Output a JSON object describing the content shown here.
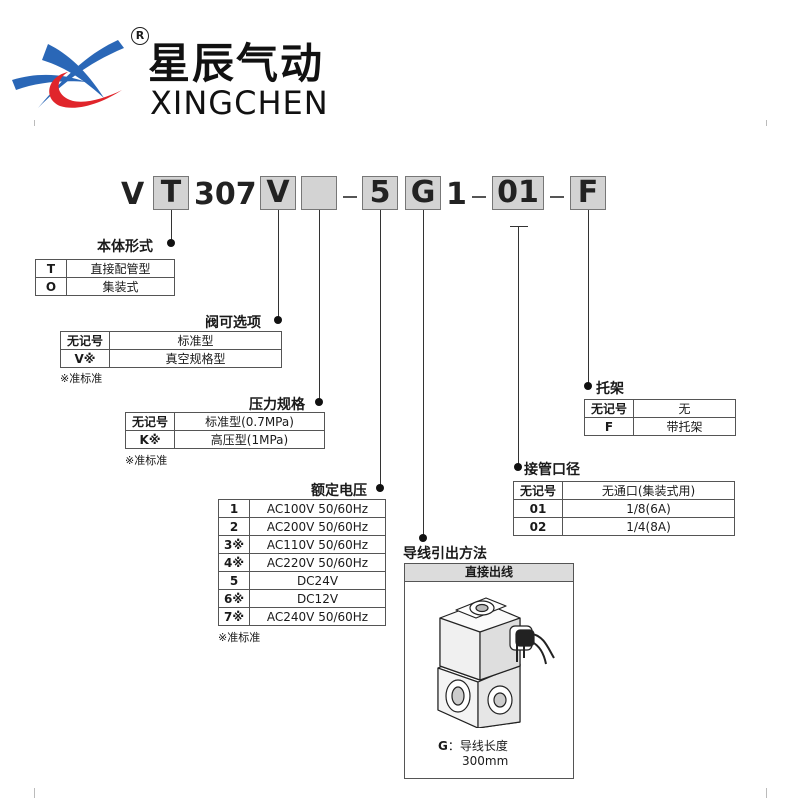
{
  "brand": {
    "cn": "星辰气动",
    "en": "XINGCHEN",
    "reg_mark": "R"
  },
  "model_code": {
    "vt": "V",
    "t": "T",
    "n307": "307",
    "v": "V",
    "blank": "",
    "five": "5",
    "g": "G",
    "one": "1",
    "o1": "01",
    "f": "F"
  },
  "body_type": {
    "title": "本体形式",
    "rows": [
      {
        "key": "T",
        "value": "直接配管型"
      },
      {
        "key": "O",
        "value": "集装式"
      }
    ]
  },
  "valve_option": {
    "title": "阀可选项",
    "rows": [
      {
        "key": "无记号",
        "value": "标准型"
      },
      {
        "key": "V※",
        "value": "真空规格型"
      }
    ],
    "note": "※准标准"
  },
  "pressure": {
    "title": "压力规格",
    "rows": [
      {
        "key": "无记号",
        "value": "标准型(0.7MPa)"
      },
      {
        "key": "K※",
        "value": "高压型(1MPa)"
      }
    ],
    "note": "※准标准"
  },
  "voltage": {
    "title": "额定电压",
    "rows": [
      {
        "key": "1",
        "value": "AC100V 50/60Hz"
      },
      {
        "key": "2",
        "value": "AC200V 50/60Hz"
      },
      {
        "key": "3※",
        "value": "AC110V 50/60Hz"
      },
      {
        "key": "4※",
        "value": "AC220V 50/60Hz"
      },
      {
        "key": "5",
        "value": "DC24V"
      },
      {
        "key": "6※",
        "value": "DC12V"
      },
      {
        "key": "7※",
        "value": "AC240V 50/60Hz"
      }
    ],
    "note": "※准标准"
  },
  "wiring": {
    "title": "导线引出方法",
    "header": "直接出线",
    "caption_key": "G",
    "caption_text": "：导线长度",
    "caption_len": "300mm"
  },
  "port": {
    "title": "接管口径",
    "rows": [
      {
        "key": "无记号",
        "value": "无通口(集装式用)"
      },
      {
        "key": "01",
        "value": "1/8(6A)"
      },
      {
        "key": "02",
        "value": "1/4(8A)"
      }
    ]
  },
  "bracket": {
    "title": "托架",
    "rows": [
      {
        "key": "无记号",
        "value": "无"
      },
      {
        "key": "F",
        "value": "带托架"
      }
    ]
  },
  "colors": {
    "logo_blue": "#2a67b7",
    "logo_red": "#e0252b",
    "box_gray": "#d3d3d3"
  }
}
